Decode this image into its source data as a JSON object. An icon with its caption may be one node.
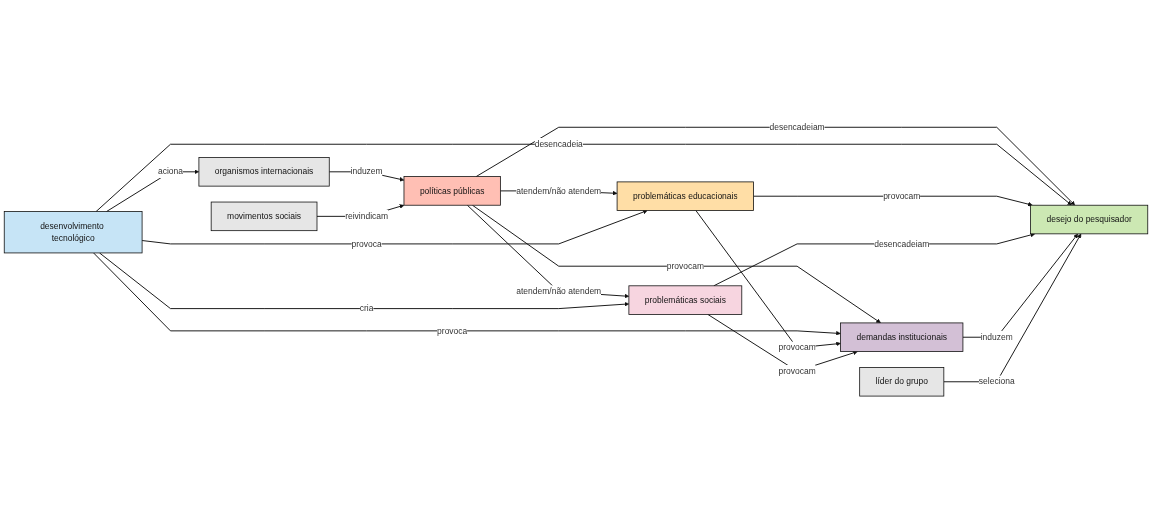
{
  "diagram": {
    "nodes": [
      {
        "text": [
          "organismos internacionais"
        ]
      },
      {
        "text": [
          "problemáticas educacionais"
        ]
      },
      {
        "text": [
          "políticas públicas"
        ]
      },
      {
        "text": [
          "desenvolvimento tecnológico"
        ]
      },
      {
        "text": [
          "movimentos sociais"
        ]
      },
      {
        "text": [
          "problemáticas sociais"
        ]
      },
      {
        "text": [
          "desejo do pesquisador"
        ]
      },
      {
        "text": [
          "líder do grupo"
        ]
      },
      {
        "text": [
          "demandas institucionais"
        ]
      }
    ],
    "edges": [
      {
        "from": 0,
        "to": 2,
        "arrow": "to",
        "label": "induzem"
      },
      {
        "from": 4,
        "to": 2,
        "arrow": "to",
        "label": "reivindicam"
      },
      {
        "from": 2,
        "to": 1,
        "arrow": "to",
        "label": "atendem/não atendem"
      },
      {
        "from": 2,
        "to": 5,
        "arrow": "to",
        "label": "atendem/não atendem"
      },
      {
        "from": 2,
        "to": 8,
        "arrow": "to",
        "label": "provocam"
      },
      {
        "from": 2,
        "to": 6,
        "arrow": "to",
        "label": "desencadeiam"
      },
      {
        "from": 3,
        "to": 0,
        "arrow": "to",
        "label": "aciona"
      },
      {
        "from": 3,
        "to": 1,
        "arrow": "to",
        "label": "provoca"
      },
      {
        "from": 3,
        "to": 5,
        "arrow": "to",
        "label": "cria"
      },
      {
        "from": 3,
        "to": 6,
        "arrow": "to",
        "label": "desencadeia"
      },
      {
        "from": 3,
        "to": 8,
        "arrow": "to",
        "label": "provoca"
      },
      {
        "from": 1,
        "to": 6,
        "arrow": "to",
        "label": "provocam"
      },
      {
        "from": 1,
        "to": 8,
        "arrow": "to",
        "label": "provocam"
      },
      {
        "from": 5,
        "to": 8,
        "arrow": "to",
        "label": "provocam"
      },
      {
        "from": 5,
        "to": 6,
        "arrow": "to",
        "label": "desencadeiam"
      },
      {
        "from": 8,
        "to": 6,
        "arrow": "to",
        "label": "induzem"
      },
      {
        "from": 7,
        "to": 6,
        "arrow": "to",
        "label": "seleciona"
      }
    ]
  }
}
